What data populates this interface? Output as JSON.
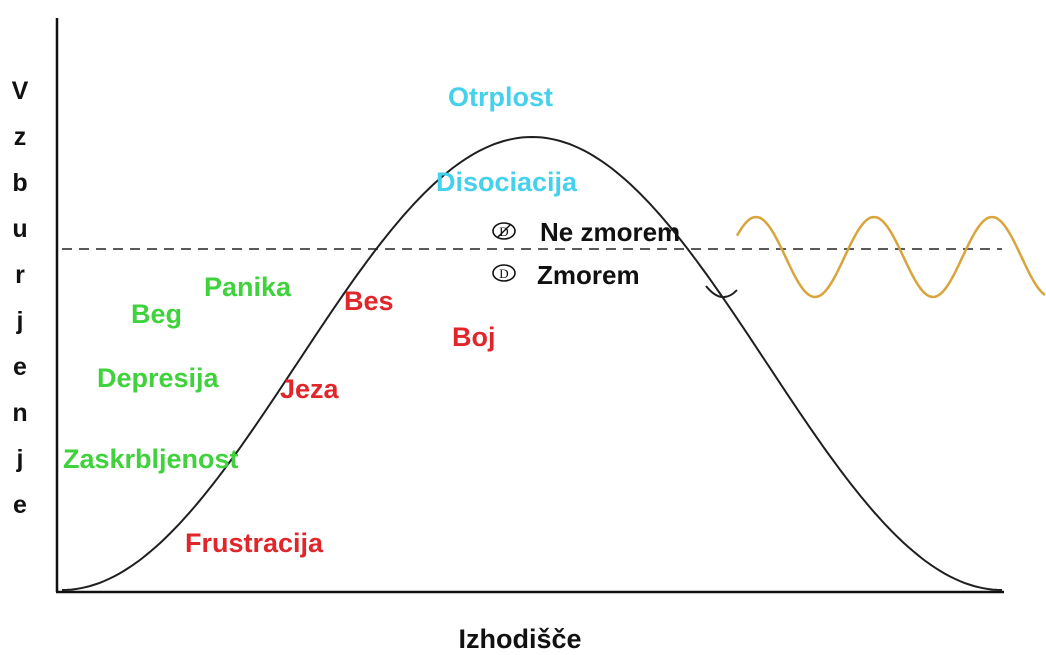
{
  "axes": {
    "y_label_letters": [
      "V",
      "z",
      "b",
      "u",
      "r",
      "j",
      "e",
      "n",
      "j",
      "e"
    ],
    "x_label": "Izhodišče"
  },
  "threshold": {
    "over_label": "Ne zmorem",
    "under_label": "Zmorem",
    "over_symbol": "D",
    "under_symbol": "D"
  },
  "labels": {
    "cyan": [
      "Otrplost",
      "Disociacija"
    ],
    "green": [
      "Panika",
      "Beg",
      "Depresija",
      "Zaskrbljenost"
    ],
    "red": [
      "Bes",
      "Boj",
      "Jeza",
      "Frustracija"
    ]
  },
  "colors": {
    "cyan": "#45d0ec",
    "green": "#3fd23c",
    "red": "#e0262b",
    "curve": "#1f1f1f",
    "threshold_line": "#5a5a5a",
    "wave": "#d9a43b",
    "black_text": "#111111"
  }
}
